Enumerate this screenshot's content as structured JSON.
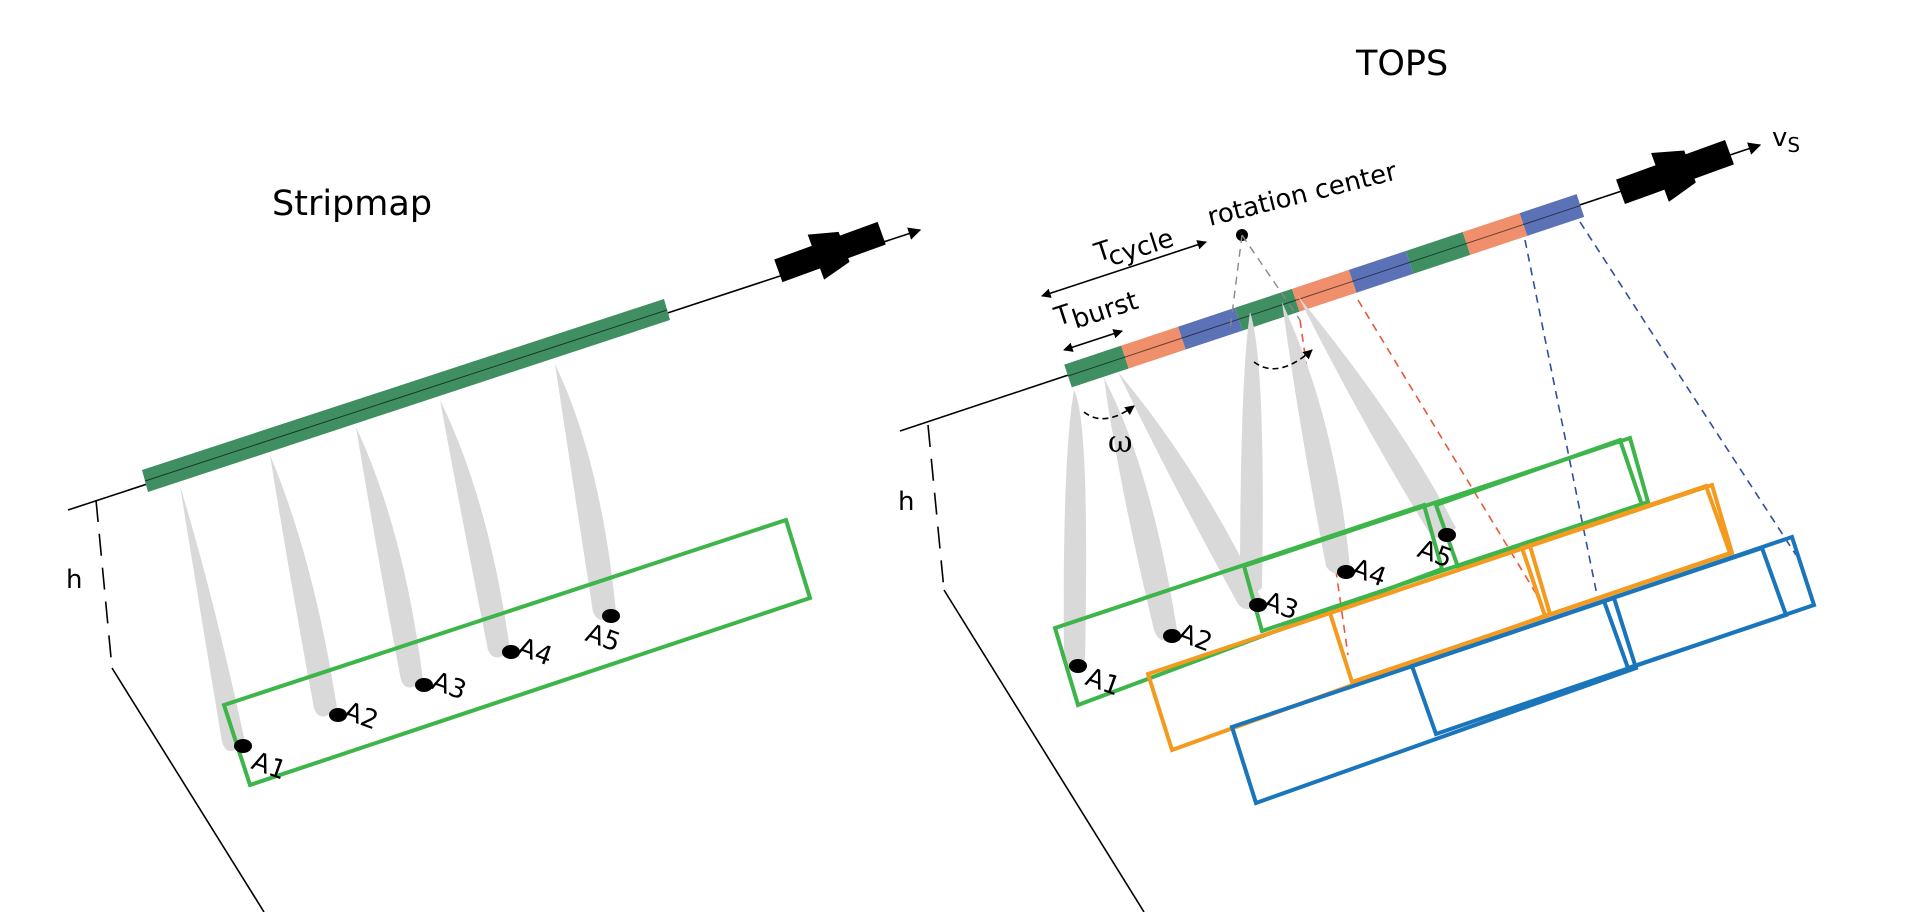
{
  "stripmap": {
    "title": "Stripmap",
    "height_label": "h",
    "targets": [
      "A1",
      "A2",
      "A3",
      "A4",
      "A5"
    ]
  },
  "tops": {
    "title": "TOPS",
    "height_label": "h",
    "velocity_label": "v",
    "velocity_sub": "S",
    "rotation_center_label": "rotation center",
    "t_cycle_label": "T",
    "t_cycle_sub": "cycle",
    "t_burst_label": "T",
    "t_burst_sub": "burst",
    "omega_label": "ω",
    "targets": [
      "A1",
      "A2",
      "A3",
      "A4",
      "A5"
    ]
  },
  "colors": {
    "burst_green": "#3f8f62",
    "burst_orange": "#f08f6b",
    "burst_blue": "#5b72b7",
    "footprint_green": "#3db54a",
    "footprint_orange": "#f39a1f",
    "footprint_blue": "#1b75bb",
    "beam_gray": "#d9d9d9",
    "dash_orange": "#e8583a",
    "dash_blue": "#2f4e9e"
  },
  "icons": {
    "satellite": "satellite-icon",
    "arrow": "arrow-icon"
  }
}
